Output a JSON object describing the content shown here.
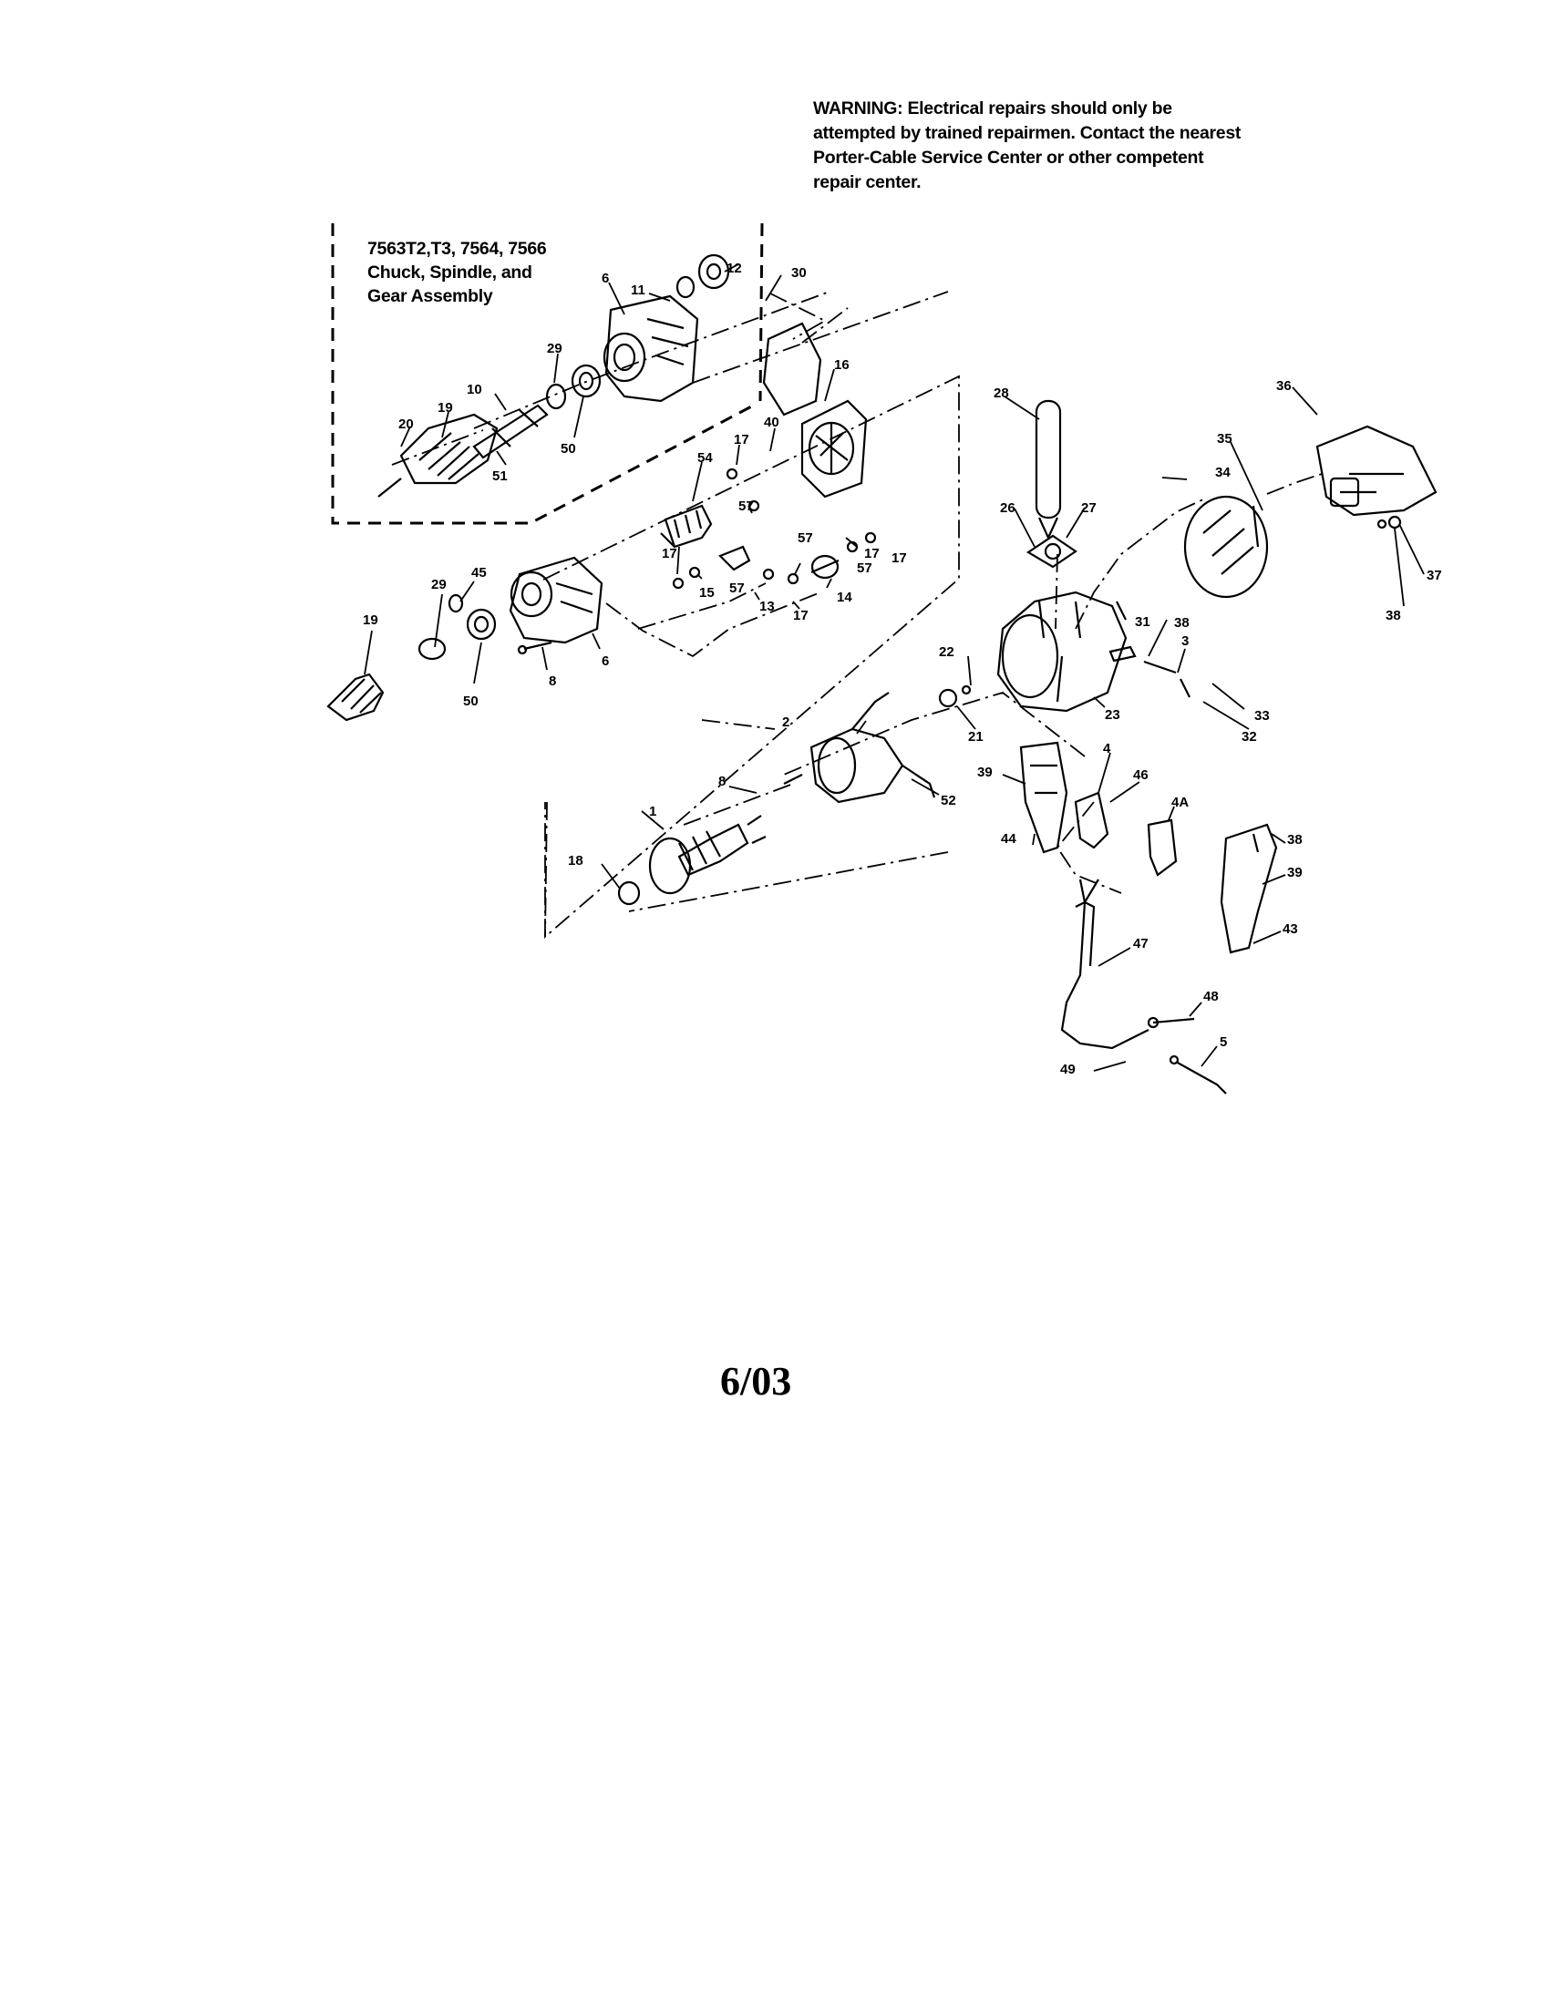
{
  "warning": {
    "lines": [
      "WARNING: Electrical repairs should only be",
      "attempted by trained repairmen. Contact the nearest",
      "Porter-Cable Service Center or other competent",
      "repair center."
    ]
  },
  "assembly_box": {
    "lines": [
      "7563T2,T3, 7564, 7566",
      "Chuck, Spindle, and",
      "Gear Assembly"
    ]
  },
  "callouts": [
    {
      "id": "c1",
      "label": "6"
    },
    {
      "id": "c2",
      "label": "11"
    },
    {
      "id": "c3",
      "label": "12"
    },
    {
      "id": "c4",
      "label": "30"
    },
    {
      "id": "c5",
      "label": "29"
    },
    {
      "id": "c6",
      "label": "10"
    },
    {
      "id": "c7",
      "label": "19"
    },
    {
      "id": "c8",
      "label": "20"
    },
    {
      "id": "c9",
      "label": "51"
    },
    {
      "id": "c10",
      "label": "50"
    },
    {
      "id": "c11",
      "label": "16"
    },
    {
      "id": "c12",
      "label": "40"
    },
    {
      "id": "c13",
      "label": "54"
    },
    {
      "id": "c14",
      "label": "17"
    },
    {
      "id": "c15",
      "label": "57"
    },
    {
      "id": "c16",
      "label": "17"
    },
    {
      "id": "c17",
      "label": "57"
    },
    {
      "id": "c18",
      "label": "17"
    },
    {
      "id": "c19",
      "label": "13"
    },
    {
      "id": "c20",
      "label": "15"
    },
    {
      "id": "c21",
      "label": "57"
    },
    {
      "id": "c22",
      "label": "14"
    },
    {
      "id": "c23",
      "label": "57"
    },
    {
      "id": "c24",
      "label": "17"
    },
    {
      "id": "c25",
      "label": "17"
    },
    {
      "id": "c26",
      "label": "29"
    },
    {
      "id": "c27",
      "label": "45"
    },
    {
      "id": "c28",
      "label": "19"
    },
    {
      "id": "c29",
      "label": "50"
    },
    {
      "id": "c30",
      "label": "8"
    },
    {
      "id": "c31",
      "label": "6"
    },
    {
      "id": "c32",
      "label": "28"
    },
    {
      "id": "c33",
      "label": "26"
    },
    {
      "id": "c34",
      "label": "27"
    },
    {
      "id": "c35",
      "label": "36"
    },
    {
      "id": "c36",
      "label": "35"
    },
    {
      "id": "c37",
      "label": "34"
    },
    {
      "id": "c38",
      "label": "38"
    },
    {
      "id": "c39",
      "label": "37"
    },
    {
      "id": "c40",
      "label": "31"
    },
    {
      "id": "c41",
      "label": "38"
    },
    {
      "id": "c42",
      "label": "3"
    },
    {
      "id": "c43",
      "label": "33"
    },
    {
      "id": "c44",
      "label": "32"
    },
    {
      "id": "c45",
      "label": "22"
    },
    {
      "id": "c46",
      "label": "21"
    },
    {
      "id": "c47",
      "label": "23"
    },
    {
      "id": "c48",
      "label": "2"
    },
    {
      "id": "c49",
      "label": "8"
    },
    {
      "id": "c50",
      "label": "52"
    },
    {
      "id": "c51",
      "label": "1"
    },
    {
      "id": "c52",
      "label": "18"
    },
    {
      "id": "c53",
      "label": "39"
    },
    {
      "id": "c54",
      "label": "4"
    },
    {
      "id": "c55",
      "label": "46"
    },
    {
      "id": "c56",
      "label": "44"
    },
    {
      "id": "c57",
      "label": "4A"
    },
    {
      "id": "c58",
      "label": "38"
    },
    {
      "id": "c59",
      "label": "39"
    },
    {
      "id": "c60",
      "label": "43"
    },
    {
      "id": "c61",
      "label": "47"
    },
    {
      "id": "c62",
      "label": "48"
    },
    {
      "id": "c63",
      "label": "5"
    },
    {
      "id": "c64",
      "label": "49"
    }
  ],
  "footer": {
    "date": "6/03"
  }
}
